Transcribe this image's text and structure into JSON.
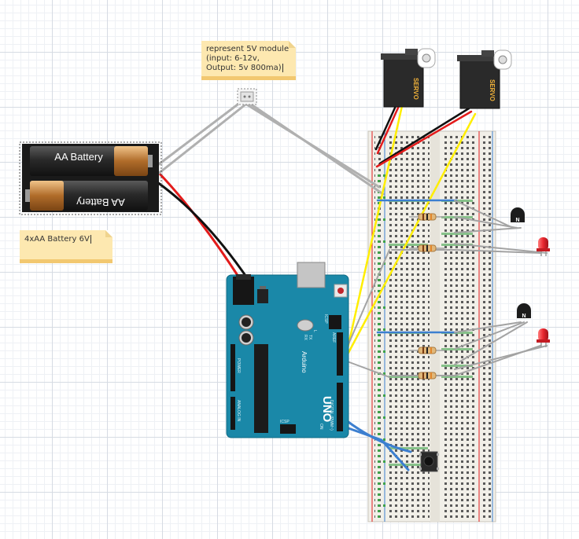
{
  "notes": {
    "module": "represent 5V module (input: 6-12v, Output: 5v 800ma)",
    "battery": "4xAA Battery 6V"
  },
  "battery_pack": {
    "cell_top_label": "AA Battery",
    "cell_bottom_label": "AA Battery"
  },
  "servos": {
    "label": "SERVO"
  },
  "arduino": {
    "name_label": "UNO",
    "brand_label": "Arduino",
    "icsp_label": "ICSP",
    "digital_label": "DIGITAL (PWM~)",
    "power_label": "POWER",
    "analog_label": "ANALOG IN",
    "led_on_label": "ON",
    "tx_label": "TX",
    "rx_label": "RX",
    "l_label": "L",
    "aref_label": "AREF"
  },
  "transistor": {
    "marking": "N"
  },
  "colors": {
    "wire_red": "#e31b1b",
    "wire_black": "#111111",
    "wire_yellow": "#ffee00",
    "wire_blue": "#3c7fd0",
    "wire_green": "#3fa24a",
    "wire_gray": "#a3a3a3",
    "arduino_board": "#1a88a8",
    "breadboard": "#f1efe8",
    "note_bg": "#fde8b0",
    "led_red": "#e8272f"
  }
}
